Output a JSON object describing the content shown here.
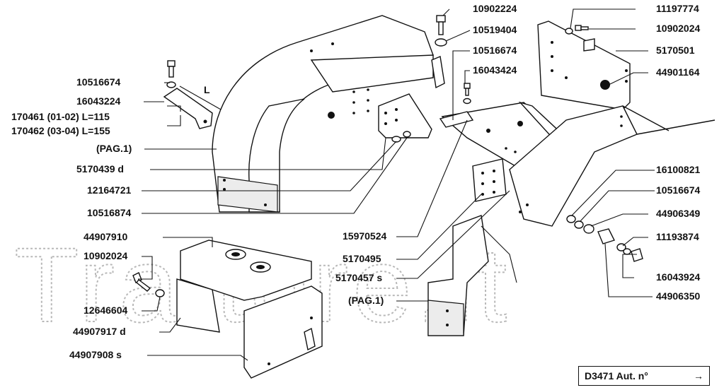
{
  "watermark": "Trattore.it",
  "code_box": {
    "text": "D3471 Aut. n°",
    "arrow": "→"
  },
  "labels": {
    "p10516674_a": "10516674",
    "p16043224": "16043224",
    "p170461": "170461 (01-02) L=115",
    "p170462": "170462 (03-04) L=155",
    "pag1_a": "(PAG.1)",
    "p5170439": "5170439  d",
    "p12164721": "12164721",
    "p10516874": "10516874",
    "p10902224": "10902224",
    "p10519404": "10519404",
    "p10516674_b": "10516674",
    "p16043424": "16043424",
    "p11197774": "11197774",
    "p10902024_a": "10902024",
    "p5170501": "5170501",
    "p44901164": "44901164",
    "p16100821": "16100821",
    "p10516674_c": "10516674",
    "p44906349": "44906349",
    "p11193874": "11193874",
    "p16043924": "16043924",
    "p44906350": "44906350",
    "p15970524": "15970524",
    "p5170495": "5170495",
    "p5170457": "5170457  s",
    "pag1_b": "(PAG.1)",
    "p44907910": "44907910",
    "p10902024_b": "10902024",
    "p12646604": "12646604",
    "p44907917": "44907917  d",
    "p44907908": "44907908   s",
    "dim_L": "L"
  }
}
